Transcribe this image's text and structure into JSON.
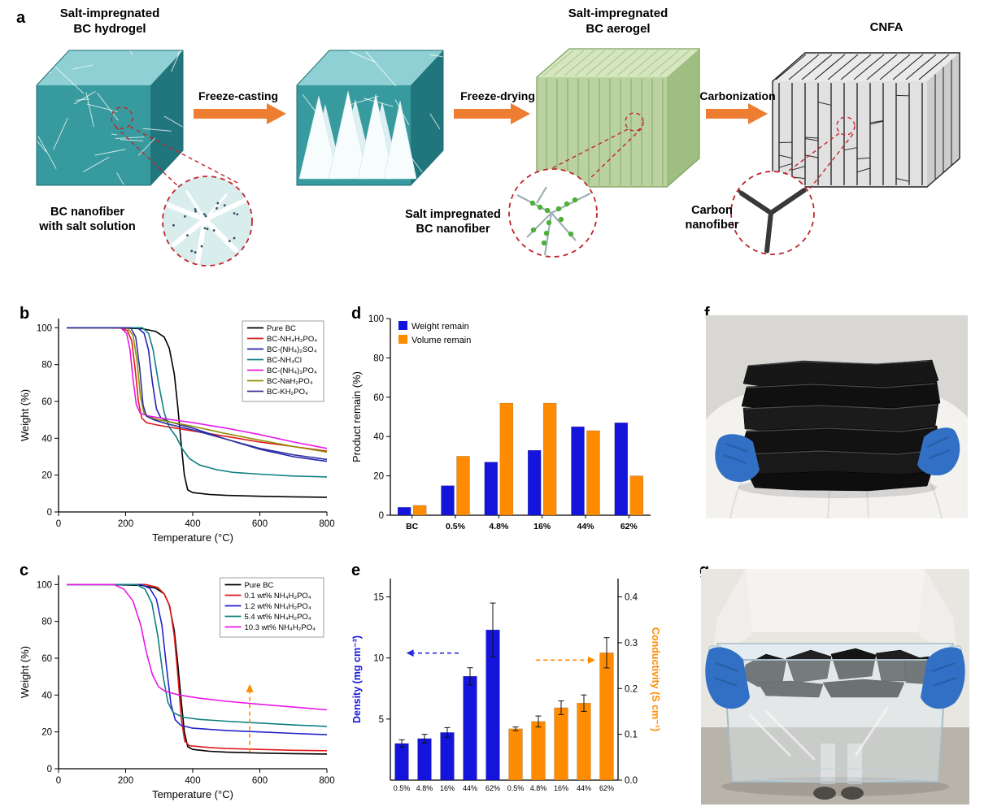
{
  "panel_labels": {
    "a": "a",
    "b": "b",
    "c": "c",
    "d": "d",
    "e": "e",
    "f": "f",
    "g": "g"
  },
  "schematic": {
    "stage1_title": "Salt-impregnated\nBC hydrogel",
    "arrow1_label": "Freeze-casting",
    "arrow2_label": "Freeze-drying",
    "stage3_title": "Salt-impregnated\nBC aerogel",
    "arrow3_label": "Carbonization",
    "stage4_title": "CNFA",
    "inset1_label": "BC nanofiber\nwith salt solution",
    "inset2_label": "Salt impregnated\nBC nanofiber",
    "inset3_label": "Carbon\nnanofiber"
  },
  "colors": {
    "process_arrow_orange": "#ed7d31",
    "highlight_dashed_red": "#c1272d",
    "bar_blue": "#1414dc",
    "bar_orange": "#ff8c00",
    "glove_blue": "#3170c4"
  },
  "chart_data": [
    {
      "id": "b",
      "type": "line",
      "xlabel": "Temperature (°C)",
      "ylabel": "Weight (%)",
      "xlim": [
        0,
        800
      ],
      "xticks": [
        0,
        200,
        400,
        600,
        800
      ],
      "ylim": [
        0,
        105
      ],
      "yticks": [
        0,
        20,
        40,
        60,
        80,
        100
      ],
      "legend_position": "top-right",
      "series": [
        {
          "name": "Pure BC",
          "color": "#000000",
          "points": [
            [
              25,
              100
            ],
            [
              150,
              100
            ],
            [
              250,
              99.5
            ],
            [
              290,
              98
            ],
            [
              315,
              95
            ],
            [
              330,
              89
            ],
            [
              345,
              75
            ],
            [
              355,
              58
            ],
            [
              365,
              38
            ],
            [
              375,
              20
            ],
            [
              385,
              12
            ],
            [
              400,
              10.5
            ],
            [
              450,
              9.5
            ],
            [
              500,
              9
            ],
            [
              600,
              8.5
            ],
            [
              700,
              8.2
            ],
            [
              800,
              8
            ]
          ]
        },
        {
          "name": "BC-NH₄H₂PO₄",
          "color": "#e01b1b",
          "points": [
            [
              25,
              100
            ],
            [
              180,
              100
            ],
            [
              205,
              98.5
            ],
            [
              218,
              93
            ],
            [
              228,
              78
            ],
            [
              238,
              60
            ],
            [
              248,
              51
            ],
            [
              262,
              48.5
            ],
            [
              300,
              47
            ],
            [
              350,
              45.5
            ],
            [
              400,
              44
            ],
            [
              500,
              41
            ],
            [
              600,
              38
            ],
            [
              700,
              35.5
            ],
            [
              800,
              33
            ]
          ]
        },
        {
          "name": "BC-(NH₄)₂SO₄",
          "color": "#2222b2",
          "points": [
            [
              25,
              100
            ],
            [
              235,
              100
            ],
            [
              255,
              97
            ],
            [
              268,
              88
            ],
            [
              280,
              70
            ],
            [
              292,
              56
            ],
            [
              305,
              51
            ],
            [
              330,
              49
            ],
            [
              400,
              45.5
            ],
            [
              500,
              39.5
            ],
            [
              600,
              34
            ],
            [
              700,
              30
            ],
            [
              800,
              27.5
            ]
          ]
        },
        {
          "name": "BC-NH₄Cl",
          "color": "#108080",
          "points": [
            [
              25,
              100
            ],
            [
              250,
              100
            ],
            [
              268,
              97
            ],
            [
              282,
              88
            ],
            [
              298,
              70
            ],
            [
              315,
              54
            ],
            [
              330,
              46
            ],
            [
              350,
              41
            ],
            [
              370,
              34
            ],
            [
              390,
              29
            ],
            [
              420,
              25.5
            ],
            [
              470,
              23
            ],
            [
              520,
              21.5
            ],
            [
              600,
              20.5
            ],
            [
              700,
              19.5
            ],
            [
              800,
              19
            ]
          ]
        },
        {
          "name": "BC-(NH₄)₃PO₄",
          "color": "#e619e6",
          "points": [
            [
              25,
              100
            ],
            [
              185,
              100
            ],
            [
              203,
              97
            ],
            [
              213,
              88
            ],
            [
              222,
              72
            ],
            [
              232,
              58
            ],
            [
              244,
              53.5
            ],
            [
              270,
              52
            ],
            [
              320,
              50.5
            ],
            [
              400,
              48.5
            ],
            [
              500,
              45.5
            ],
            [
              600,
              42
            ],
            [
              700,
              38
            ],
            [
              800,
              34.5
            ]
          ]
        },
        {
          "name": "BC-NaH₂PO₄",
          "color": "#8f8f00",
          "points": [
            [
              25,
              100
            ],
            [
              205,
              100
            ],
            [
              222,
              96
            ],
            [
              234,
              82
            ],
            [
              244,
              63
            ],
            [
              254,
              54
            ],
            [
              268,
              51.5
            ],
            [
              300,
              50
            ],
            [
              400,
              46.5
            ],
            [
              500,
              42.5
            ],
            [
              600,
              39
            ],
            [
              700,
              35.5
            ],
            [
              800,
              32.5
            ]
          ]
        },
        {
          "name": "BC-KH₂PO₄",
          "color": "#32329b",
          "points": [
            [
              25,
              100
            ],
            [
              215,
              100
            ],
            [
              230,
              95
            ],
            [
              242,
              78
            ],
            [
              252,
              58
            ],
            [
              262,
              52
            ],
            [
              285,
              50
            ],
            [
              320,
              48
            ],
            [
              400,
              44.5
            ],
            [
              500,
              39.5
            ],
            [
              600,
              34.5
            ],
            [
              700,
              31
            ],
            [
              800,
              28.5
            ]
          ]
        }
      ]
    },
    {
      "id": "c",
      "type": "line",
      "xlabel": "Temperature (°C)",
      "ylabel": "Weight (%)",
      "xlim": [
        0,
        800
      ],
      "xticks": [
        0,
        200,
        400,
        600,
        800
      ],
      "ylim": [
        0,
        105
      ],
      "yticks": [
        0,
        20,
        40,
        60,
        80,
        100
      ],
      "legend_position": "top-right",
      "series": [
        {
          "name": "Pure BC",
          "color": "#000000",
          "points": [
            [
              25,
              100
            ],
            [
              150,
              100
            ],
            [
              250,
              99.5
            ],
            [
              290,
              98
            ],
            [
              315,
              95
            ],
            [
              330,
              89
            ],
            [
              345,
              75
            ],
            [
              355,
              58
            ],
            [
              365,
              38
            ],
            [
              375,
              20
            ],
            [
              385,
              12
            ],
            [
              400,
              10.5
            ],
            [
              450,
              9.5
            ],
            [
              500,
              9
            ],
            [
              600,
              8.5
            ],
            [
              700,
              8.2
            ],
            [
              800,
              8
            ]
          ]
        },
        {
          "name": "0.1 wt% NH₄H₂PO₄",
          "color": "#e01b1b",
          "points": [
            [
              25,
              100
            ],
            [
              260,
              100
            ],
            [
              295,
              98.5
            ],
            [
              315,
              95
            ],
            [
              332,
              88
            ],
            [
              345,
              72
            ],
            [
              356,
              50
            ],
            [
              366,
              27
            ],
            [
              376,
              15
            ],
            [
              390,
              12.5
            ],
            [
              450,
              11.5
            ],
            [
              500,
              11
            ],
            [
              600,
              10.5
            ],
            [
              700,
              10
            ],
            [
              800,
              9.8
            ]
          ]
        },
        {
          "name": "1.2 wt% NH₄H₂PO₄",
          "color": "#2222cc",
          "points": [
            [
              25,
              100
            ],
            [
              245,
              100
            ],
            [
              272,
              98
            ],
            [
              292,
              92
            ],
            [
              308,
              78
            ],
            [
              322,
              55
            ],
            [
              335,
              35
            ],
            [
              348,
              26.5
            ],
            [
              365,
              23.5
            ],
            [
              400,
              22
            ],
            [
              500,
              20.8
            ],
            [
              600,
              20
            ],
            [
              700,
              19.2
            ],
            [
              800,
              18.5
            ]
          ]
        },
        {
          "name": "5.4 wt% NH₄H₂PO₄",
          "color": "#108080",
          "points": [
            [
              25,
              100
            ],
            [
              232,
              100
            ],
            [
              258,
              97.5
            ],
            [
              278,
              90
            ],
            [
              296,
              72
            ],
            [
              312,
              50
            ],
            [
              326,
              36
            ],
            [
              342,
              30.5
            ],
            [
              370,
              28
            ],
            [
              420,
              26.8
            ],
            [
              500,
              25.8
            ],
            [
              600,
              24.8
            ],
            [
              700,
              23.8
            ],
            [
              800,
              23
            ]
          ]
        },
        {
          "name": "10.3 wt% NH₄H₂PO₄",
          "color": "#e619e6",
          "points": [
            [
              25,
              100
            ],
            [
              165,
              100
            ],
            [
              195,
              97.5
            ],
            [
              222,
              91
            ],
            [
              245,
              78
            ],
            [
              262,
              63
            ],
            [
              280,
              51
            ],
            [
              298,
              44.5
            ],
            [
              318,
              42
            ],
            [
              360,
              40
            ],
            [
              420,
              38.3
            ],
            [
              500,
              36.6
            ],
            [
              600,
              35
            ],
            [
              700,
              33.5
            ],
            [
              800,
              32
            ]
          ]
        }
      ],
      "annotations": [
        {
          "type": "varrow",
          "color": "#ff8c00",
          "x": 570,
          "y1": 9,
          "y2": 46
        }
      ]
    },
    {
      "id": "d",
      "type": "bar",
      "ylabel": "Product remain (%)",
      "ylim": [
        0,
        100
      ],
      "yticks": [
        0,
        20,
        40,
        60,
        80,
        100
      ],
      "categories": [
        "BC",
        "0.5%",
        "4.8%",
        "16%",
        "44%",
        "62%"
      ],
      "legend_position": "top-left",
      "series": [
        {
          "name": "Weight remain",
          "color": "#1414dc",
          "values": [
            4,
            15,
            27,
            33,
            45,
            47
          ]
        },
        {
          "name": "Volume remain",
          "color": "#ff8c00",
          "values": [
            5,
            30,
            57,
            57,
            43,
            20
          ]
        }
      ]
    },
    {
      "id": "e",
      "type": "dual-bar",
      "categories": [
        "0.5%",
        "4.8%",
        "16%",
        "44%",
        "62%"
      ],
      "left": {
        "label": "Density (mg cm⁻³)",
        "color": "#1414dc",
        "lim": [
          0,
          16.5
        ],
        "ticks": [
          5,
          10,
          15
        ],
        "decimals": 0,
        "values": [
          3.0,
          3.4,
          3.9,
          8.5,
          12.3
        ],
        "errors": [
          0.3,
          0.35,
          0.4,
          0.7,
          2.2
        ]
      },
      "right": {
        "label": "Conductivity (S cm⁻¹)",
        "color": "#ff8c00",
        "lim": [
          0,
          0.44
        ],
        "ticks": [
          0,
          0.1,
          0.2,
          0.3,
          0.4
        ],
        "decimals": 1,
        "values": [
          0.112,
          0.128,
          0.158,
          0.168,
          0.278
        ],
        "errors": [
          0.004,
          0.012,
          0.015,
          0.018,
          0.033
        ]
      },
      "annotations": [
        {
          "type": "harrow",
          "axis": "left",
          "color": "#2a2ae0",
          "y": 10.4,
          "xf1": 0.3,
          "xf2": 0.07
        },
        {
          "type": "harrow",
          "axis": "right",
          "color": "#ff8c00",
          "y": 0.262,
          "xf1": 0.64,
          "xf2": 0.9
        }
      ]
    }
  ]
}
